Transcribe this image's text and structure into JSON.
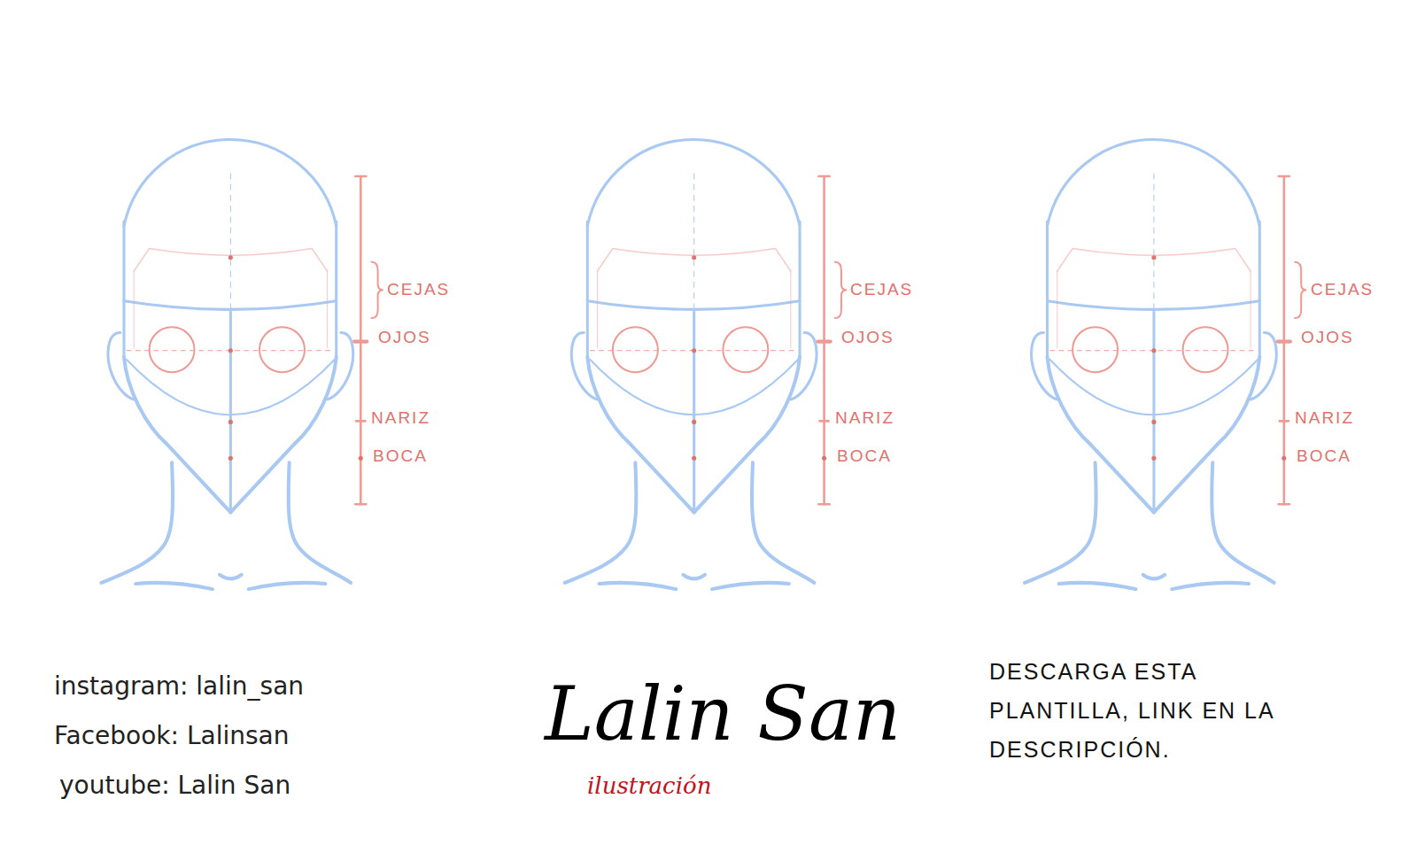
{
  "diagram": {
    "labels": [
      "CEJAS",
      "OJOS",
      "NARIZ",
      "BOCA",
      "CEJAS",
      "OJOS",
      "NARIZ",
      "BOCA",
      "CEJAS",
      "OJOS",
      "NARIZ",
      "BOCA",
      "instagram: lalin_san",
      "Facebook: Lalinsan",
      "youtube: Lalin San",
      "Lalin San",
      "ilustración",
      "DESCARGA ESTA PLANTILLA, LINK EN LA DESCRIPCIÓN."
    ]
  }
}
